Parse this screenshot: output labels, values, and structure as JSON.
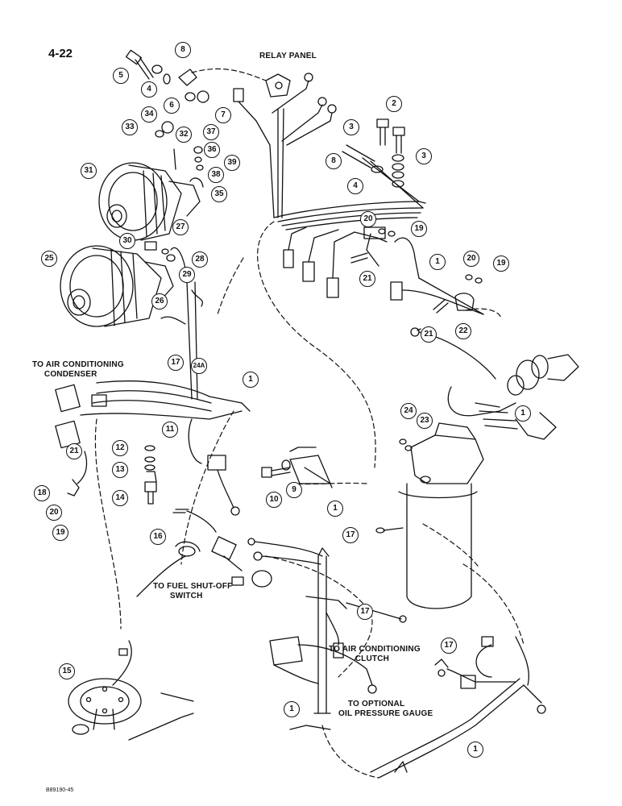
{
  "page_number": "4-22",
  "figure_code": "B89190-45",
  "labels": {
    "relay_panel": "RELAY PANEL",
    "to_ac_condenser": "TO AIR CONDITIONING\n     CONDENSER",
    "to_fuel_shutoff": "TO FUEL SHUT-OFF\n       SWITCH",
    "to_ac_clutch": "TO AIR CONDITIONING\n           CLUTCH",
    "to_oil_pressure": "    TO OPTIONAL\nOIL PRESSURE GAUGE"
  },
  "callouts": [
    "5",
    "4",
    "8",
    "6",
    "7",
    "34",
    "33",
    "32",
    "37",
    "36",
    "39",
    "38",
    "35",
    "31",
    "2",
    "3",
    "3",
    "8",
    "4",
    "27",
    "30",
    "28",
    "25",
    "29",
    "26",
    "20",
    "19",
    "21",
    "1",
    "20",
    "19",
    "21",
    "22",
    "17",
    "24A",
    "1",
    "11",
    "12",
    "13",
    "14",
    "21",
    "18",
    "20",
    "19",
    "10",
    "9",
    "1",
    "16",
    "24",
    "23",
    "1",
    "17",
    "17",
    "17",
    "15",
    "1",
    "1"
  ]
}
